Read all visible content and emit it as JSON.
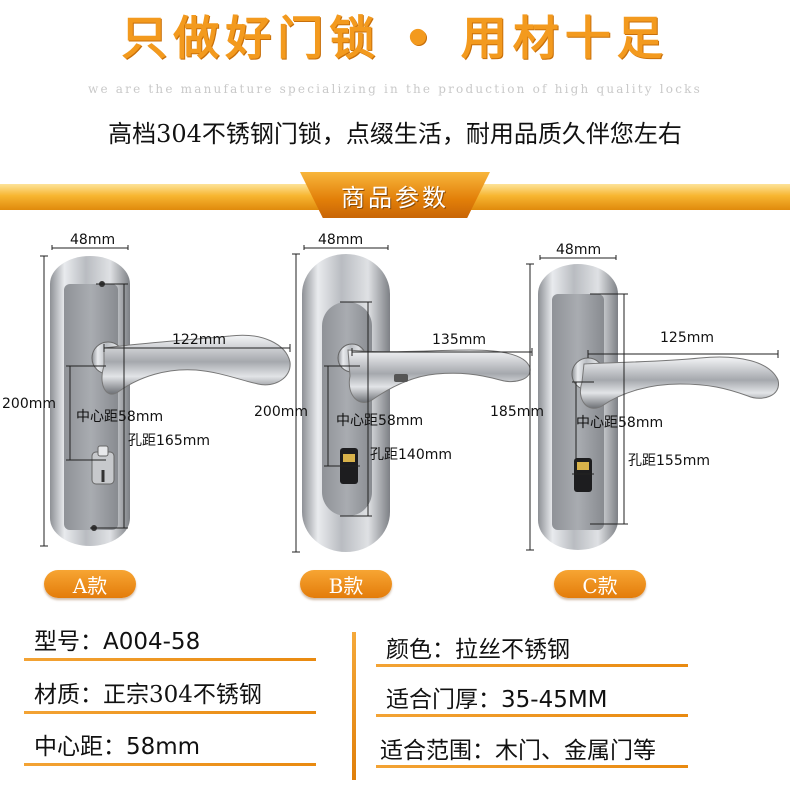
{
  "header": {
    "headline": "只做好门锁 • 用材十足",
    "tagline": "we are the manufature specializing in the production of high quality locks",
    "subtitle": "高档304不锈钢门锁，点缀生活，耐用品质久伴您左右",
    "section_title": "商品参数"
  },
  "products": [
    {
      "variant_label": "A款",
      "width": "48mm",
      "height": "200mm",
      "handle_length": "122mm",
      "center_distance": "中心距58mm",
      "hole_distance": "孔距165mm"
    },
    {
      "variant_label": "B款",
      "width": "48mm",
      "height": "200mm",
      "handle_length": "135mm",
      "center_distance": "中心距58mm",
      "hole_distance": "孔距140mm"
    },
    {
      "variant_label": "C款",
      "width": "48mm",
      "height": "185mm",
      "handle_length": "125mm",
      "center_distance": "中心距58mm",
      "hole_distance": "孔距155mm"
    }
  ],
  "specs": {
    "model": {
      "label": "型号：",
      "value": "A004-58"
    },
    "material": {
      "label": "材质：",
      "value": "正宗304不锈钢"
    },
    "center": {
      "label": "中心距：",
      "value": "58mm"
    },
    "color": {
      "label": "颜色：",
      "value": "拉丝不锈钢"
    },
    "door_thickness": {
      "label": "适合门厚：",
      "value": "35-45MM"
    },
    "scope": {
      "label": "适合范围：",
      "value": "木门、金属门等"
    }
  },
  "colors": {
    "accent": "#f39a1e",
    "banner": "#e27f08"
  }
}
